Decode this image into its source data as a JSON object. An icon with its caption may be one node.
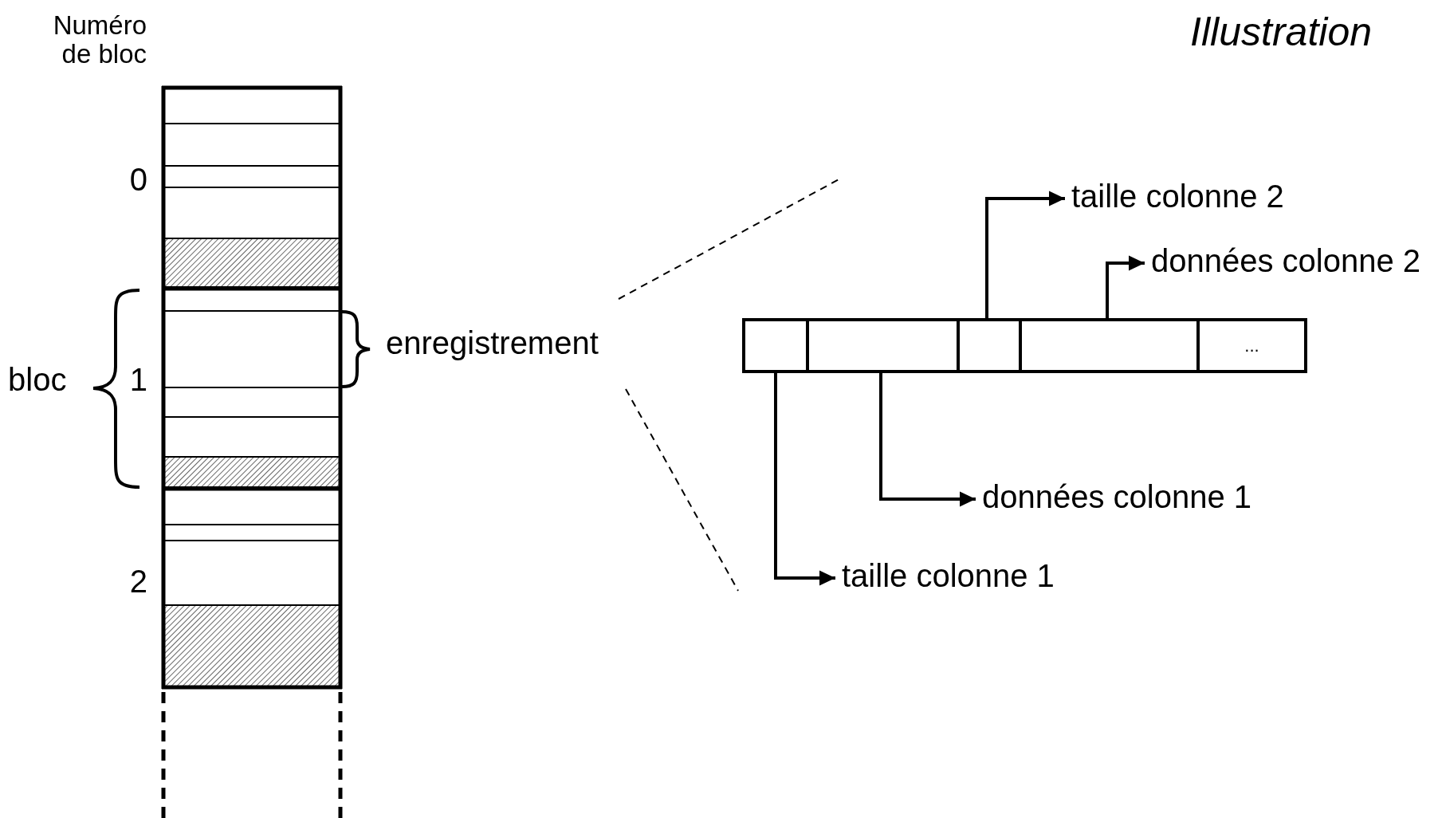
{
  "diagram": {
    "title": "Illustration",
    "nodes": [
      {
        "text": [],
        "shape": "box"
      },
      {
        "text": [],
        "shape": "box"
      },
      {
        "text": [],
        "shape": "box"
      },
      {
        "text": [],
        "shape": "box"
      },
      {
        "text": [
          "..."
        ]
      },
      {
        "text": [
          "taille colonne 2"
        ]
      },
      {
        "text": [
          "données colonne 2"
        ]
      },
      {
        "text": [
          "données colonne 1"
        ]
      },
      {
        "text": [
          "taille colonne 1"
        ]
      }
    ],
    "edges": [
      {
        "from": 2,
        "to": 5,
        "arrow": "to"
      },
      {
        "from": 3,
        "to": 6,
        "arrow": "to"
      },
      {
        "from": 1,
        "to": 7,
        "arrow": "to"
      },
      {
        "from": 0,
        "to": 8,
        "arrow": "to"
      }
    ],
    "labels": [
      "Numéro de bloc",
      "0",
      "bloc",
      "enregistrement",
      "1",
      "2"
    ]
  }
}
